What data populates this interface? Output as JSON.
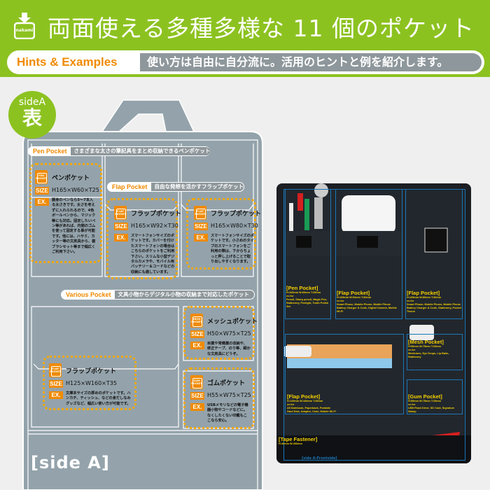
{
  "header": {
    "logo_text": "nakami BTM.",
    "title": "両面使える多種多様な 11 個のポケット"
  },
  "hints": {
    "label": "Hints & Examples",
    "desc": "使い方は自由に自分流に。活用のヒントと例を紹介します。"
  },
  "badge": {
    "side": "sideA",
    "kanji": "表"
  },
  "sections": [
    {
      "label": "Pen Pocket",
      "desc": "さまざまな太さの筆記具をまとめ収納できるペンポケット"
    },
    {
      "label": "Flap Pocket",
      "desc": "自由な発想を活かすフラップポケット"
    },
    {
      "label": "Various Pocket",
      "desc": "文具小物からデジタル小物の収納まで対応したポケット"
    }
  ],
  "size_tag": "SIZE",
  "ex_tag": "EX.",
  "pockets": [
    {
      "icon": "PEN POCKET",
      "name": "ペンポケット",
      "size": "H165×W60×T25",
      "text": "胴身のペンなら5～7本入る太さきです。太さを考えずに入れられるので、4色ボールペンから、マジック等にも対応。固定したいペン等があれば、内側のゴムを使って固定する事が可能です。他には、ハサミ、カッター等の文房具から、歯ブラシセット等まで幅広くご利用下さい。"
    },
    {
      "icon": "FLAP POCKET",
      "name": "フラップポケット",
      "size": "H165×W92×T30",
      "text": "スマートフォンサイズのポケットです。カバーを付けたスマートフォンの場合はこちらのポケットをご利用下さい。スリムな小型デジタルカメラや、モバイル用バッテリー＆コードなどの収納にも適しています。"
    },
    {
      "icon": "FLAP POCKET",
      "name": "フラップポケット",
      "size": "H165×W80×T30",
      "text": "スマートフォンサイズのポケットです。小さめのタイプのスマートフォンをご利用の際は、下からちょっと押し上げることで取り出しやすくなります。"
    },
    {
      "icon": "FLAP POCKET",
      "name": "フラップポケット",
      "size": "H125×W160×T35",
      "text": "文庫本サイズの厚めのポケットです。ハンカチ、ティッシュ、などの身だしなみグッズなど、幅広い使い方が可能です。"
    },
    {
      "icon": "MESH POCKET",
      "name": "メッシュポケット",
      "size": "H50×W75×T25",
      "text": "目薬や常備薬の収納や、修正テープ、のり等、細かな文房具にどうぞ。"
    },
    {
      "icon": "GUM POCKET",
      "name": "ゴムポケット",
      "size": "H55×W75×T25",
      "text": "USBメモリなどの電子機器小物やコードなどに。なくしたくない印鑑もここなら安心。"
    }
  ],
  "side_label": "[side A]",
  "photo": {
    "labels": [
      {
        "h": "[Pen Pocket]",
        "d1": "H:165mm W:60mm T:25mm",
        "d2": "ex.for",
        "d3": "Pencil, Sharp pencil, Magic Pen, Stationery, Penlight, Tooth Polish Set"
      },
      {
        "h": "[Flap Pocket]",
        "d1": "H:165mm W:92mm T:30mm",
        "d2": "ex.for",
        "d3": "Smart Phone, Mobile Phone, Mobile Phone Battery Charger & Code, Digital Camera, Mobile Wi-Fi"
      },
      {
        "h": "[Flap Pocket]",
        "d1": "H:165mm W:80mm T:30mm",
        "d2": "ex.for",
        "d3": "Smart Phone, Mobile Phone, Mobile Phone Battery Charger & Code, Stationery, Pocket Tissue"
      },
      {
        "h": "[Mesh Pocket]",
        "d1": "H:50mm W:75mm T:25mm",
        "d2": "ex.for",
        "d3": "Medicines, Eye Drops, Lip Balm, Stationery"
      },
      {
        "h": "[Flap Pocket]",
        "d1": "H:125mm W:160mm T:35mm",
        "d2": "ex.for",
        "d3": "A5 Notebook, Paperback, Portable Hard Disk, Adapter, Code, Mobile Wi-Fi"
      },
      {
        "h": "[Gum Pocket]",
        "d1": "H:55mm W:75mm T:25mm",
        "d2": "ex.for",
        "d3": "USB Flash Drive, SD Card, Signature Stamp"
      },
      {
        "h": "[Tape Fastener]",
        "d1": "H:40mm W:260mm",
        "d2": "",
        "d3": ""
      }
    ],
    "side_front": "[side A:Frontside]"
  }
}
